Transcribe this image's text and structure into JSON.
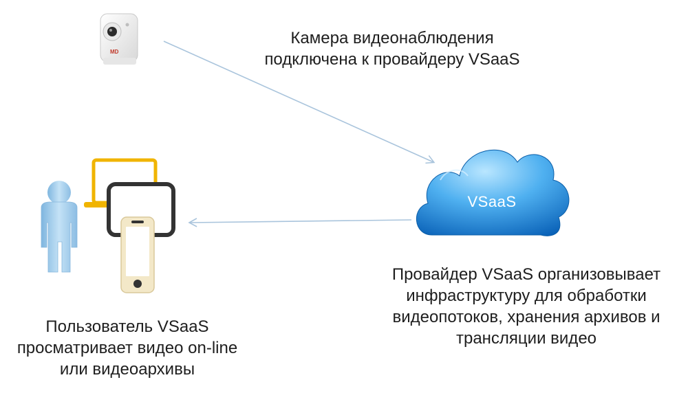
{
  "camera_caption": {
    "line1": "Камера видеонаблюдения",
    "line2": "подключена к провайдеру VSaaS"
  },
  "cloud_label": "VSaaS",
  "provider_caption": {
    "line1": "Провайдер VSaaS организовывает",
    "line2": "инфраструктуру для обработки",
    "line3": "видеопотоков, хранения архивов и",
    "line4": "трансляции видео"
  },
  "user_caption": {
    "line1": "Пользователь VSaaS",
    "line2": "просматривает видео on-line",
    "line3": "или видеоархивы"
  },
  "camera_logo": "MD",
  "colors": {
    "arrow": "#a9c4dc",
    "cloud_light": "#8fd3ff",
    "cloud_dark": "#0a6fc9",
    "laptop": "#f0b400",
    "tablet": "#333333",
    "phone": "#f3e8c8",
    "person": "#a8d0ec"
  }
}
